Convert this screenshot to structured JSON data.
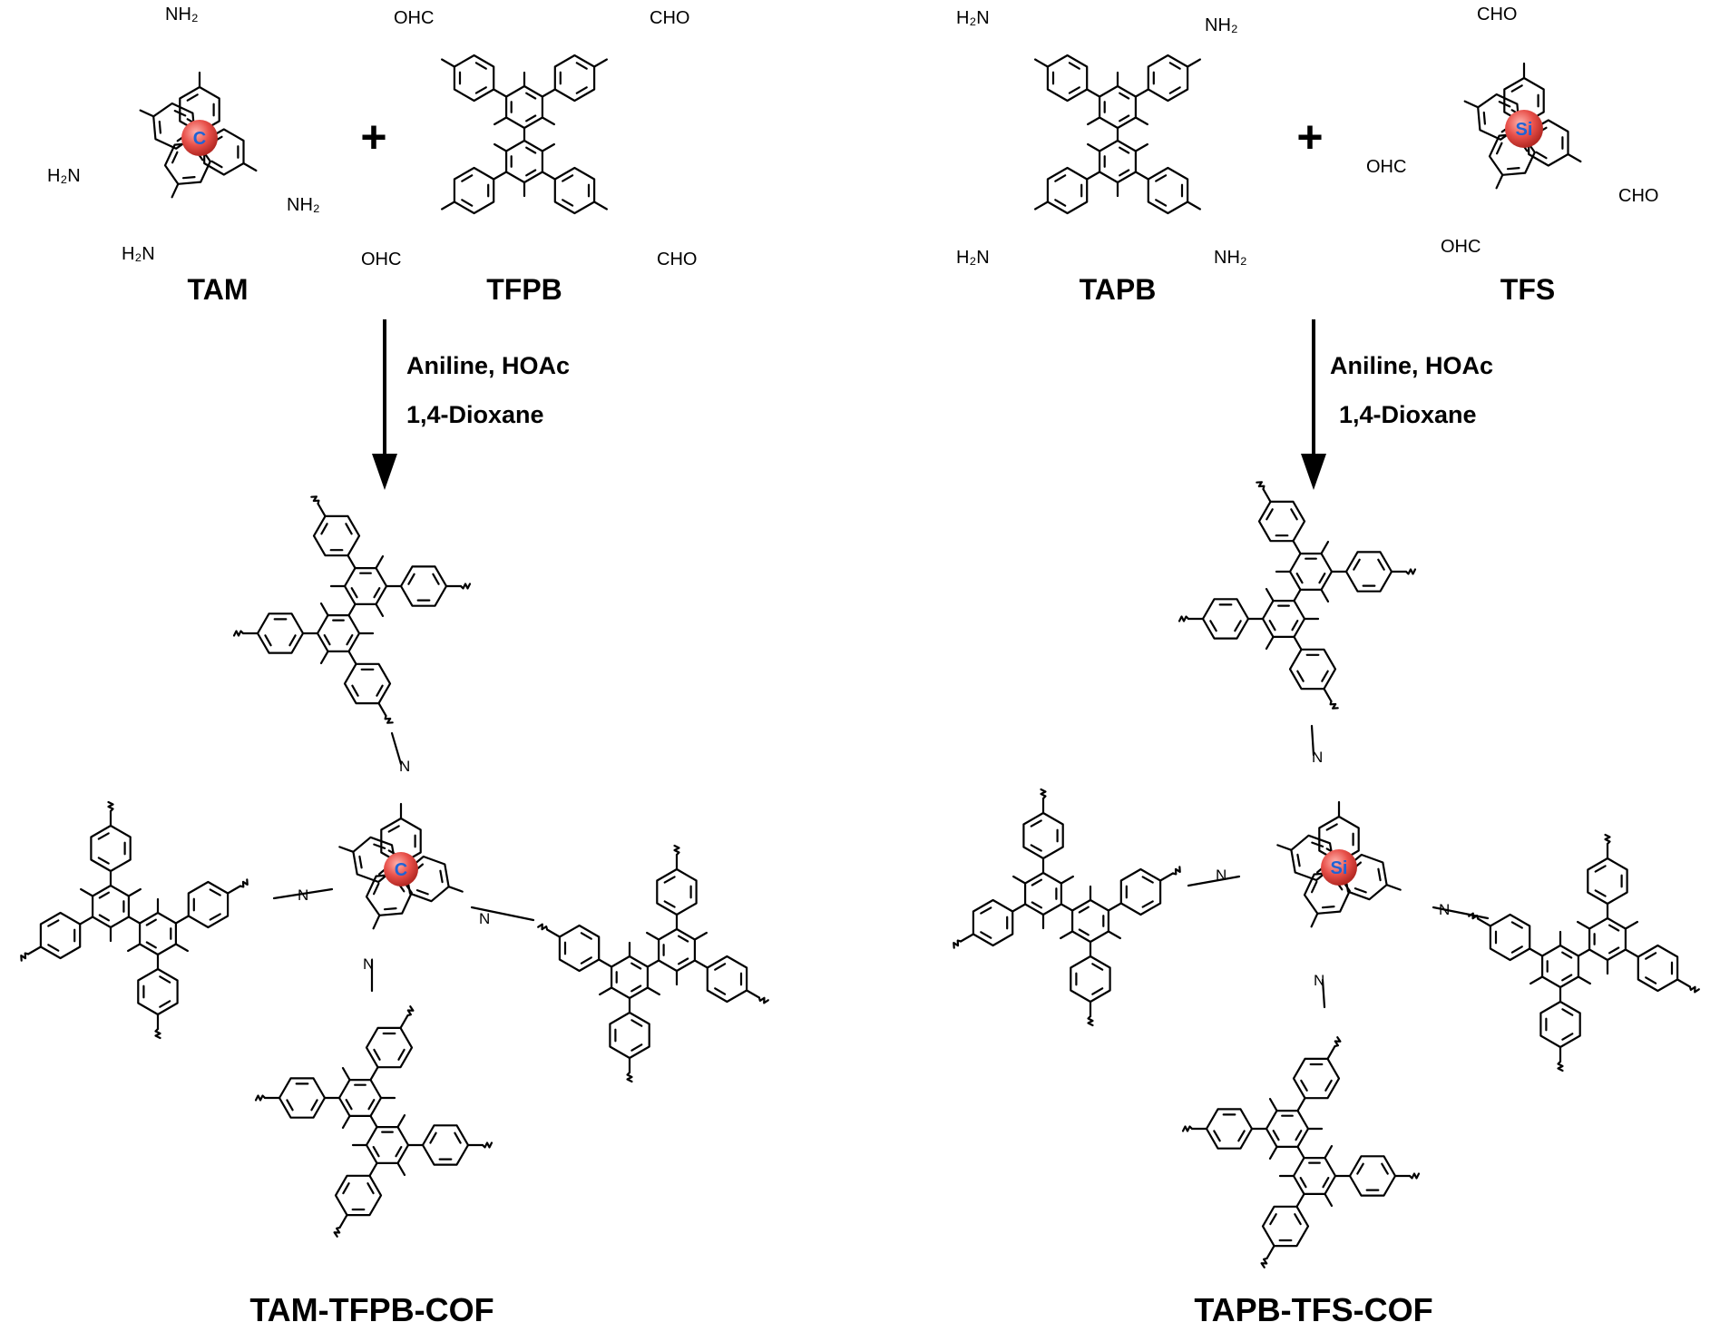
{
  "reactions": [
    {
      "reactant_a": {
        "name": "TAM",
        "core_atom": "C",
        "groups": [
          "NH₂",
          "H₂N",
          "NH₂",
          "H₂N"
        ]
      },
      "reactant_b": {
        "name": "TFPB",
        "groups": [
          "OHC",
          "CHO",
          "OHC",
          "CHO"
        ]
      },
      "plus": "+",
      "conditions": [
        "Aniline, HOAc",
        "1,4-Dioxane"
      ],
      "product": {
        "name": "TAM-TFPB-COF",
        "core_atom": "C",
        "imine_n": "N"
      }
    },
    {
      "reactant_a": {
        "name": "TAPB",
        "groups": [
          "H₂N",
          "NH₂",
          "H₂N",
          "NH₂"
        ]
      },
      "reactant_b": {
        "name": "TFS",
        "core_atom": "Si",
        "groups": [
          "CHO",
          "OHC",
          "CHO",
          "OHC"
        ]
      },
      "plus": "+",
      "conditions": [
        "Aniline, HOAc",
        "1,4-Dioxane"
      ],
      "product": {
        "name": "TAPB-TFS-COF",
        "core_atom": "Si",
        "imine_n": "N"
      }
    }
  ],
  "colors": {
    "ink": "#000000",
    "core_atom_fill": "#e8504a",
    "core_atom_label": "#1e63d6"
  }
}
